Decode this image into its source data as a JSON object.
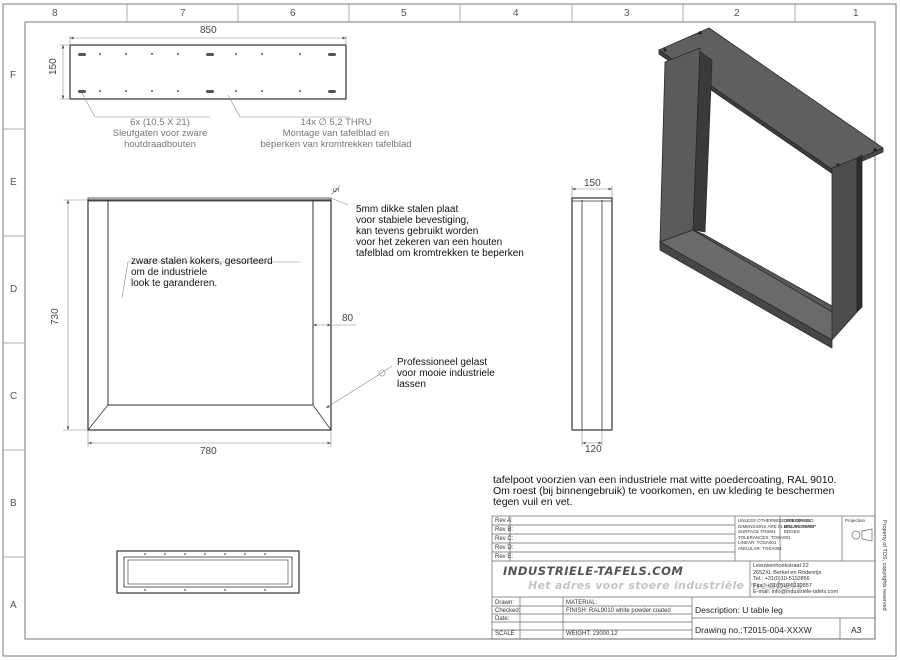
{
  "zones": {
    "columns": [
      "8",
      "7",
      "6",
      "5",
      "4",
      "3",
      "2",
      "1"
    ],
    "rows": [
      "F",
      "E",
      "D",
      "C",
      "B",
      "A"
    ]
  },
  "top_view": {
    "width_dim": "850",
    "depth_dim": "150",
    "note_slots": [
      "6x (10,5 X 21)",
      "Sleufgaten voor zware",
      "houtdraadbouten"
    ],
    "note_holes": [
      "14x ∅ 5,2 THRU",
      "Montage van tafelblad en",
      "beperken van kromtrekken tafelblad"
    ]
  },
  "front_view": {
    "height_dim": "730",
    "width_dim": "780",
    "tube_dim": "80",
    "plate_dim": "5",
    "note_plate": [
      "5mm dikke stalen plaat",
      "voor stabiele bevestiging,",
      "kan tevens gebruikt worden",
      "voor het zekeren van een houten",
      "tafelblad om kromtrekken te beperken"
    ],
    "note_tubes": [
      "zware stalen kokers, gesorteerd",
      "om de industriele",
      "look te garanderen."
    ],
    "note_weld": [
      "Professioneel gelast",
      "voor mooie industriele",
      "lassen"
    ]
  },
  "side_view": {
    "top_dim": "150",
    "bottom_dim": "120"
  },
  "coating_note": [
    "tafelpoot voorzien van een industriele mat witte poedercoating, RAL 9010.",
    "Om roest (bij binnengebruik) te voorkomen, en uw kleding te beschermen",
    "tegen vuil en vet."
  ],
  "title_block": {
    "revs": [
      "Rev A:",
      "Rev B:",
      "Rev C:",
      "Rev D:",
      "Rev E:"
    ],
    "specs": [
      "UNLESS OTHERWISE SPECIFIED:",
      "DIMENSIONS ARE IN MILLIMETERS",
      "SURFACE FINISH:",
      "TOLERANCES: TOSA001",
      "LINEAR: TOSA001",
      "ANGULAR: TOSA001"
    ],
    "deburr": [
      "DEBURR AND",
      "BREAK SHARP",
      "EDGES"
    ],
    "projection": "Projection",
    "logo_name": "INDUSTRIELE-TAFELS.COM",
    "logo_slogan": "Het adres voor stoere industriële meubels",
    "address": [
      "Leeuwenhoekstraat 22",
      "2652XL  Berkel en Rodenrijs",
      "Tel.: +31(0)10-5110856",
      "Fax.: +31(0)10-5110857",
      "E-mail: info@industriele-tafels.com"
    ],
    "copyright": "Property of TOS, copyrights reserved",
    "drawn": "Drawn:",
    "checked": "Checked:",
    "date": "Date:",
    "scale": "SCALE",
    "material_label": "MATERIAL:",
    "finish_value": "FINISH: RAL9010 white powder coated",
    "weight": "WEIGHT: 23000.12",
    "description_label": "Description:",
    "description": "U table leg",
    "drawing_no_label": "Drawing no.:",
    "drawing_no": "T2015-004-XXXW",
    "size": "A3"
  }
}
